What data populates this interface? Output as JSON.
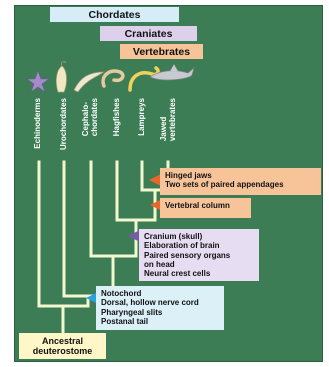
{
  "banners": {
    "chordates": "Chordates",
    "craniates": "Craniates",
    "vertebrates": "Vertebrates"
  },
  "taxa": [
    "Echinoderms",
    "Urochordates",
    "Cephalo-\nchordates",
    "Hagfishes",
    "Lampreys",
    "Jawed\nvertebrates"
  ],
  "characters": {
    "jawed": "Hinged jaws\nTwo sets of paired appendages",
    "vertebral": "Vertebral column",
    "cranium": "Cranium (skull)\nElaboration of brain\nPaired sensory organs\n    on head\nNeural crest cells",
    "notochord": "Notochord\nDorsal, hollow nerve cord\nPharyngeal slits\nPostanal tail"
  },
  "root": "Ancestral\ndeuterostome",
  "colors": {
    "background": "#3c7d55",
    "branch": "#f4f8d0",
    "chordate_band": "#d6ecf7",
    "craniate_band": "#dcd0ea",
    "vertebrate_band": "#f7c49a",
    "notochord_marker": "#2aa2e0",
    "cranium_marker": "#7a5aa8",
    "vertebral_marker": "#e9662c",
    "jaw_marker": "#e9662c"
  },
  "icons": [
    "sea-star-icon",
    "tunicate-icon",
    "lancelet-icon",
    "hagfish-icon",
    "lamprey-icon",
    "shark-icon"
  ]
}
